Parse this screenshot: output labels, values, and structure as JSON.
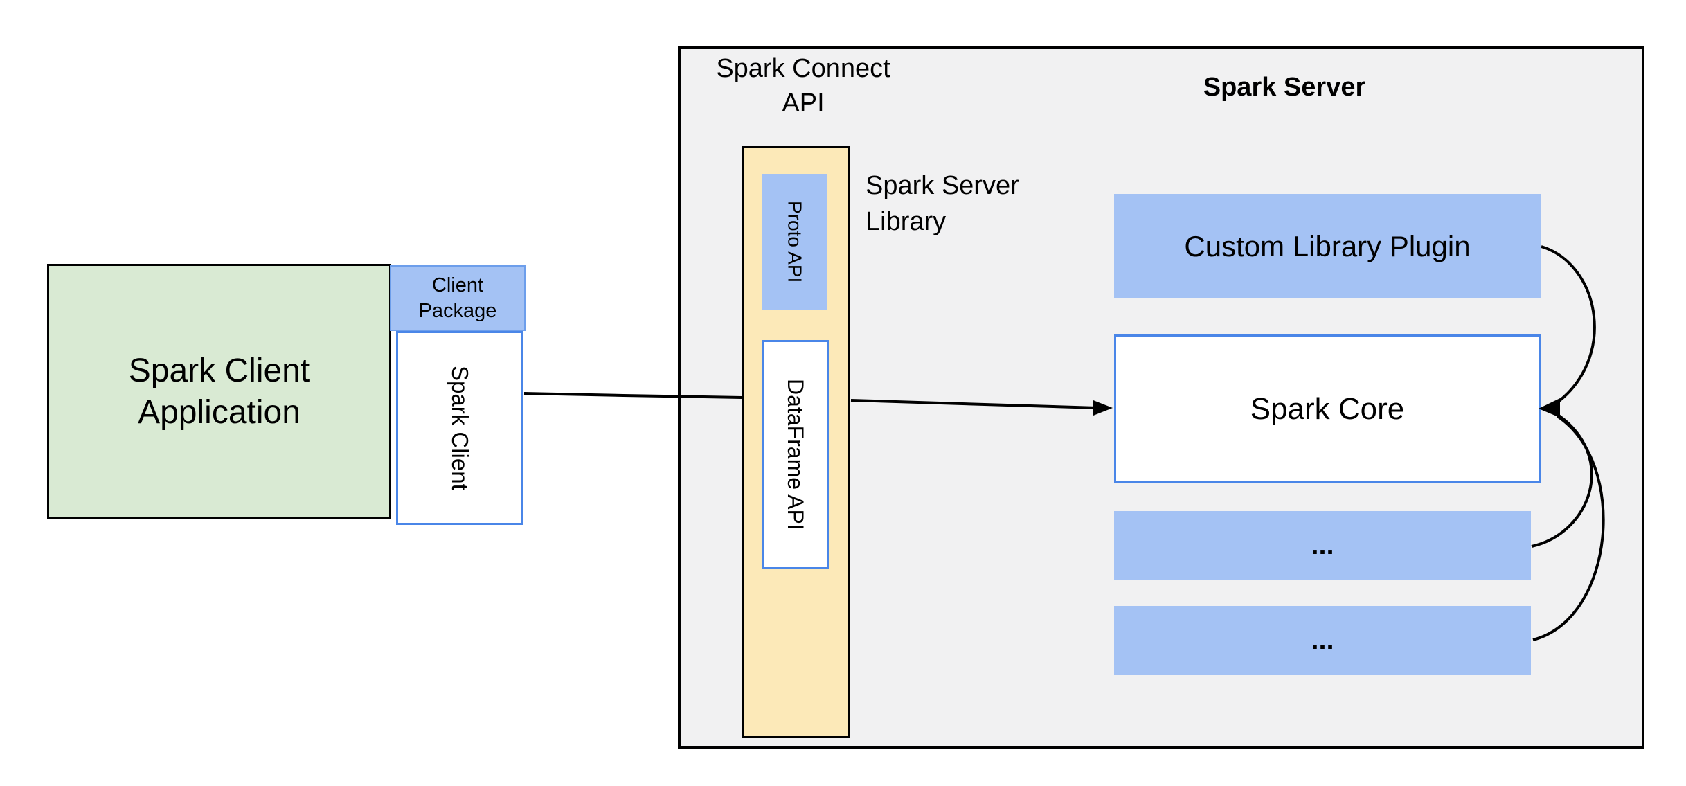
{
  "colors": {
    "background": "#ffffff",
    "panel_gray": "#f1f1f2",
    "green_fill": "#d9ead3",
    "blue_fill": "#a4c2f4",
    "blue_border": "#4a86e8",
    "package_border": "#6d9eeb",
    "yellow_fill": "#fce9b8",
    "ink": "#000000"
  },
  "client": {
    "app_label": "Spark Client\nApplication",
    "package_label": "Client\nPackage",
    "spark_client_label": "Spark Client"
  },
  "connect": {
    "api_label": "Spark Connect\nAPI",
    "proto_label": "Proto  API",
    "dataframe_label": "DataFrame API",
    "library_label": "Spark Server\nLibrary"
  },
  "server": {
    "title": "Spark Server",
    "plugin_label": "Custom Library Plugin",
    "core_label": "Spark Core",
    "more1_label": "...",
    "more2_label": "..."
  }
}
